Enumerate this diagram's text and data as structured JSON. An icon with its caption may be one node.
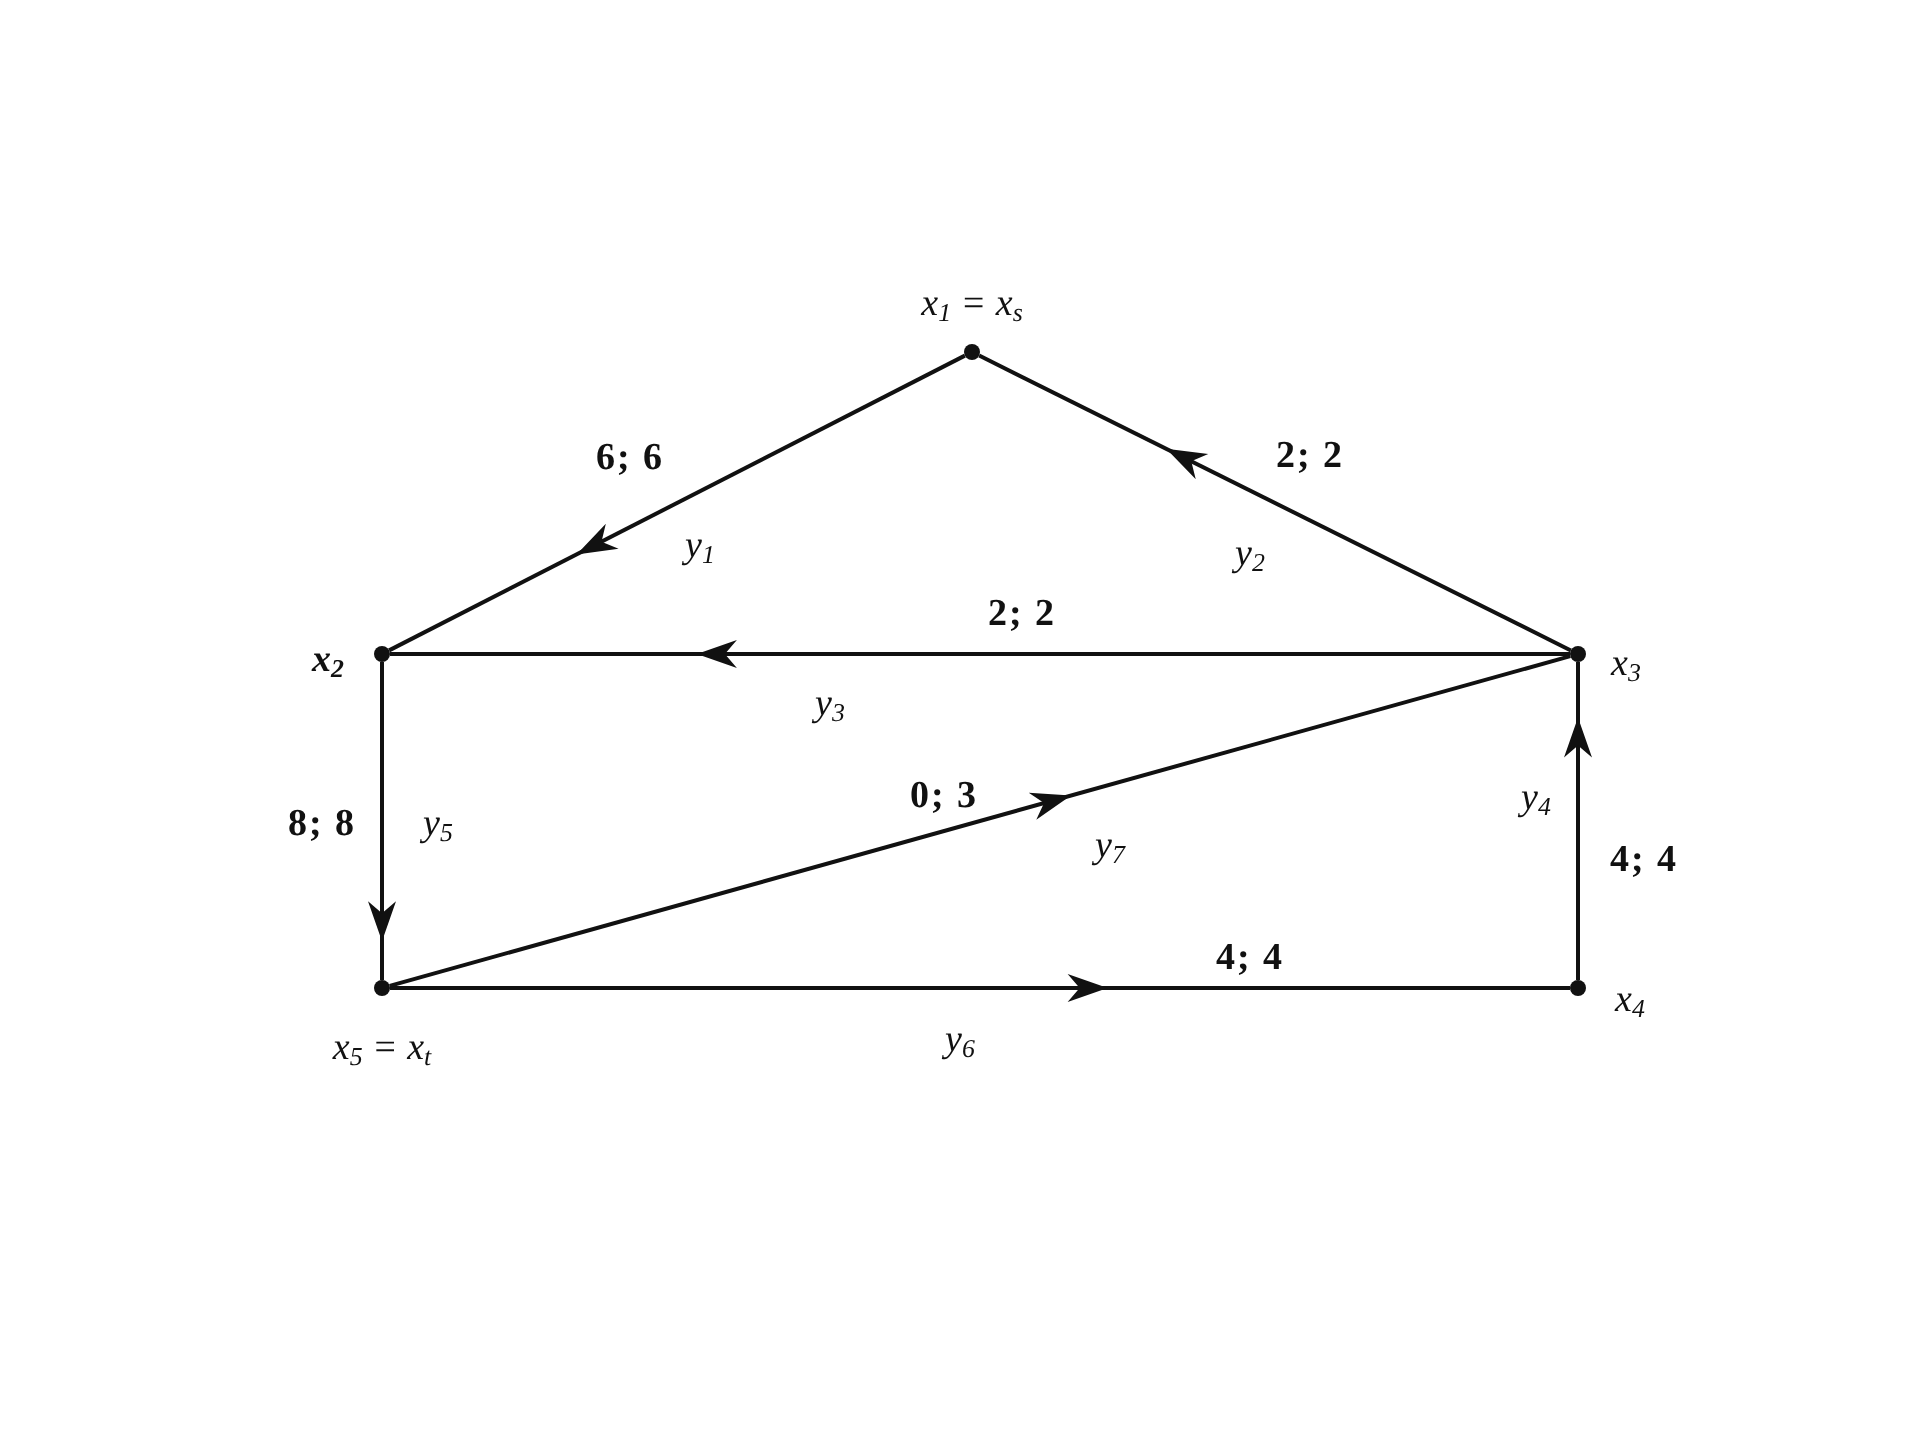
{
  "diagram": {
    "nodes": [
      {
        "text": [
          "x$_{1}$ = x$_{s}$"
        ]
      },
      {
        "text": [
          "x$_{2}$"
        ]
      },
      {
        "text": [
          "x$_{3}$"
        ]
      },
      {
        "text": [
          "x$_{5}$ = x$_{t}$"
        ]
      },
      {
        "text": [
          "x$_{4}$"
        ]
      }
    ],
    "edges": [
      {
        "from": 0,
        "to": 1,
        "arrow": "to",
        "label": "6; 6"
      },
      {
        "from": 2,
        "to": 0,
        "arrow": "to",
        "label": "2; 2"
      },
      {
        "from": 2,
        "to": 1,
        "arrow": "to",
        "label": "2; 2"
      },
      {
        "from": 4,
        "to": 2,
        "arrow": "to",
        "label": "4; 4"
      },
      {
        "from": 1,
        "to": 3,
        "arrow": "to",
        "label": "8; 8"
      },
      {
        "from": 3,
        "to": 4,
        "arrow": "to",
        "label": "4; 4"
      },
      {
        "from": 3,
        "to": 2,
        "arrow": "to",
        "label": "0; 3"
      }
    ],
    "labels": [
      "y$_{1}$",
      "y$_{2}$",
      "y$_{3}$",
      "y$_{4}$",
      "y$_{5}$",
      "y$_{7}$",
      "y$_{6}$"
    ]
  }
}
